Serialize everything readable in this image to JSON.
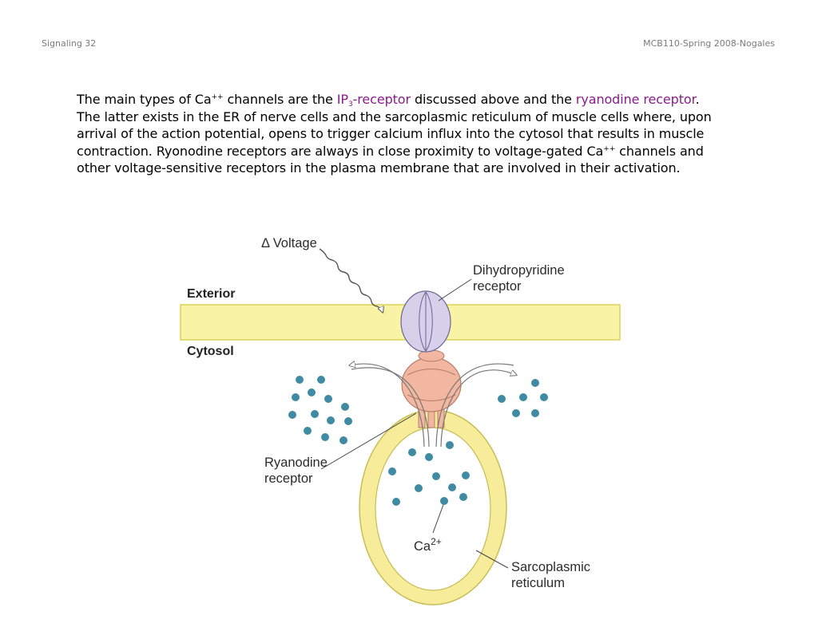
{
  "header": {
    "left": "Signaling 32",
    "right": "MCB110-Spring 2008-Nogales"
  },
  "paragraph": {
    "p1": "The main types of Ca",
    "p1_sup": "++",
    "p2": " channels are the ",
    "ip3_a": "IP",
    "ip3_sub": "3",
    "ip3_b": "-receptor",
    "p3": " discussed above and the ",
    "ryr": "ryanodine receptor",
    "p4": ". The latter exists in the ER of nerve cells and the sarcoplasmic reticulum of muscle cells where, upon arrival of the action potential, opens to trigger calcium influx into the cytosol that results in muscle contraction. Ryonodine receptors are always in close proximity to voltage-gated Ca",
    "p4_sup": "++",
    "p5": " channels and other voltage-sensitive receptors in the plasma membrane that are involved in their activation."
  },
  "figure": {
    "voltage_label": "Δ Voltage",
    "exterior_label": "Exterior",
    "cytosol_label": "Cytosol",
    "dhp_label_line1": "Dihydropyridine",
    "dhp_label_line2": "receptor",
    "ryr_label_line1": "Ryanodine",
    "ryr_label_line2": "receptor",
    "ca_label": "Ca",
    "ca_label_sup": "2+",
    "sr_label_line1": "Sarcoplasmic",
    "sr_label_line2": "reticulum",
    "colors": {
      "membrane": "#f9f3a6",
      "membrane_edge": "#dcd157",
      "dhp_receptor": "#d6d0ea",
      "ryanodine_receptor": "#f2b7a1",
      "calcium_ion": "#3e8ba3",
      "sr_ring": "#f7ec9a"
    }
  }
}
